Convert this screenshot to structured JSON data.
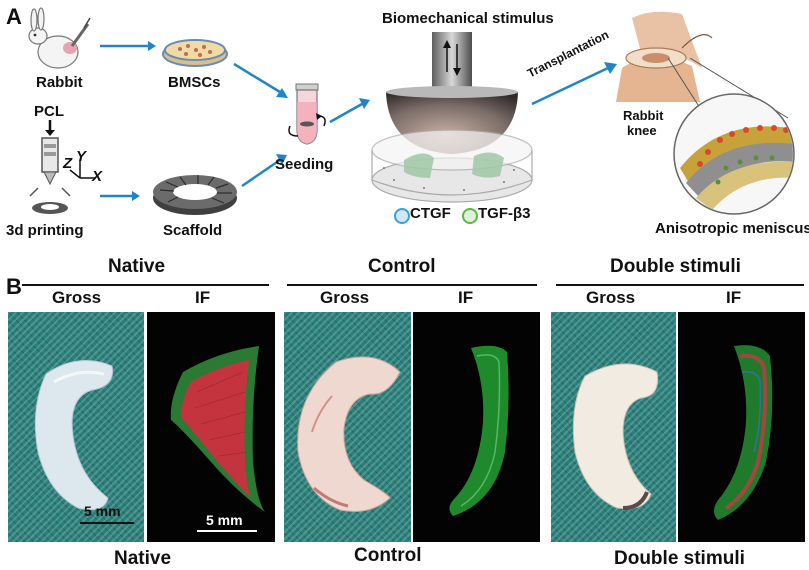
{
  "panel_a": {
    "letter": "A",
    "rabbit": "Rabbit",
    "bmscs": "BMSCs",
    "pcl": "PCL",
    "axis_z": "Z",
    "axis_y": "Y",
    "axis_x": "X",
    "printing": "3d printing",
    "scaffold": "Scaffold",
    "seeding": "Seeding",
    "stimulus": "Biomechanical stimulus",
    "ctgf": "CTGF",
    "tgf": "TGF-β3",
    "transplantation": "Transplantation",
    "rabbit_knee_line1": "Rabbit",
    "rabbit_knee_line2": "knee",
    "meniscus": "Anisotropic meniscus"
  },
  "panel_b": {
    "letter": "B",
    "groups": [
      {
        "title": "Native",
        "gross": "Gross",
        "if": "IF",
        "bottom": "Native"
      },
      {
        "title": "Control",
        "gross": "Gross",
        "if": "IF",
        "bottom": "Control"
      },
      {
        "title": "Double stimuli",
        "gross": "Gross",
        "if": "IF",
        "bottom": "Double stimuli"
      }
    ],
    "scale_gross": "5 mm",
    "scale_if": "5 mm"
  },
  "colors": {
    "arrow": "#1f86c6",
    "fabric": "#2a7f7a",
    "ctgf": "#3aa0d8",
    "tgf": "#5ab84a"
  }
}
